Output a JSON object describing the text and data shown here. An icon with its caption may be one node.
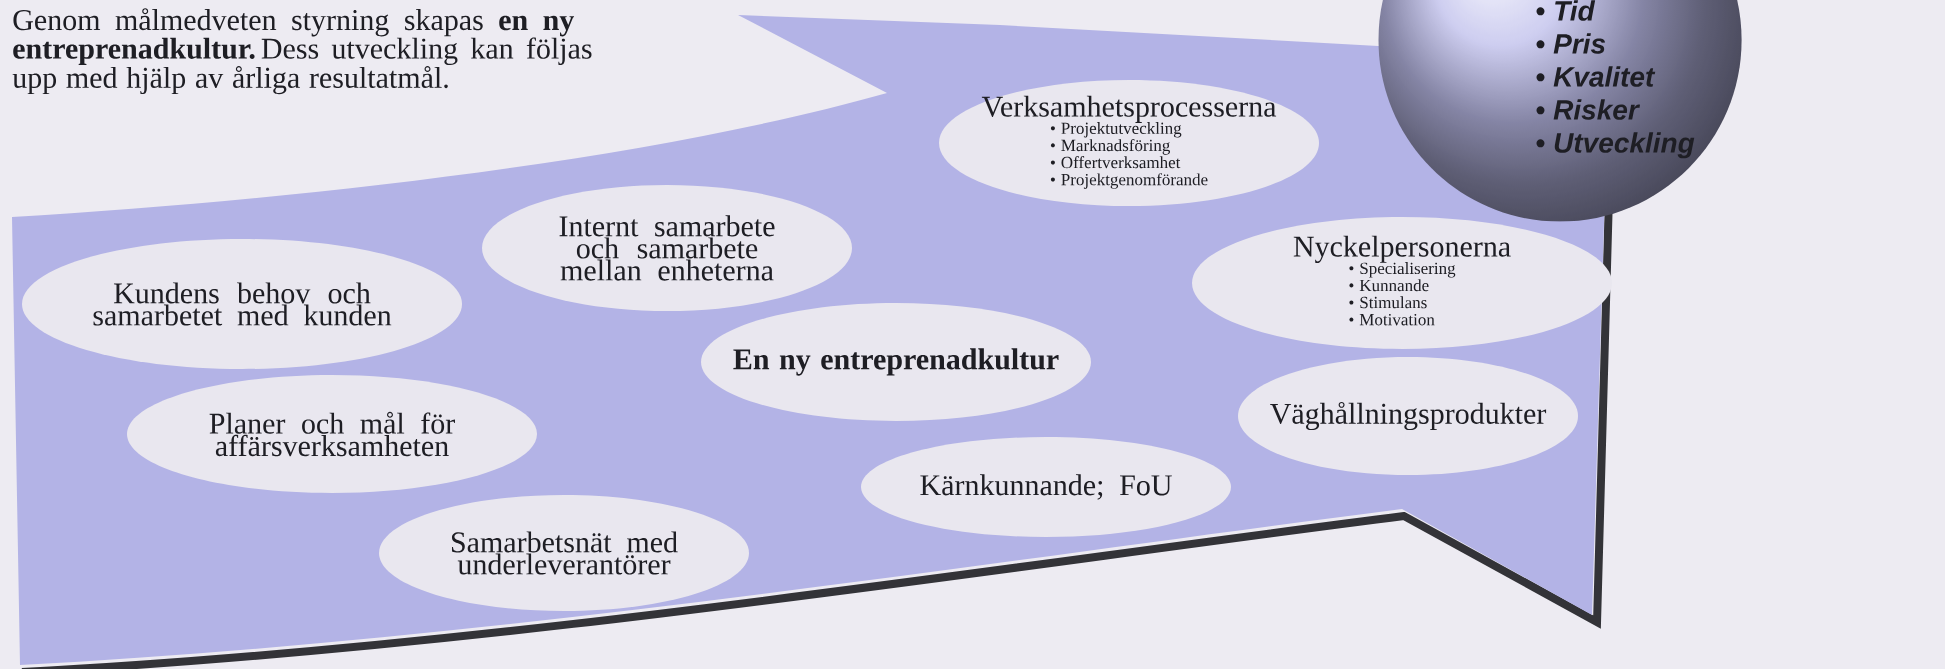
{
  "diagram": {
    "nodes": [
      {
        "text": [],
        "shape": "band"
      },
      {
        "text": [
          "• Tid",
          "• Pris",
          "• Kvalitet",
          "• Risker",
          "• Utveckling"
        ]
      },
      {
        "text": [
          "Verksamhetsprocesserna",
          "• Projektutveckling",
          "• Marknadsföring",
          "• Offertverksamhet",
          "• Projektgenomförande"
        ],
        "in": 0
      },
      {
        "text": [
          "Internt samarbete och samarbete mellan enheterna"
        ],
        "in": 0
      },
      {
        "text": [
          "Kundens behov och samarbetet med kunden"
        ],
        "in": 0
      },
      {
        "text": [
          "Nyckelpersonerna",
          "• Specialisering",
          "• Kunnande",
          "• Stimulans",
          "• Motivation"
        ],
        "in": 0
      },
      {
        "text": [
          "En ny entreprenadkultur"
        ],
        "in": 0
      },
      {
        "text": [
          "Planer och mål för affärsverksamheten"
        ],
        "in": 0
      },
      {
        "text": [
          "Väghållningsprodukter"
        ],
        "in": 0
      },
      {
        "text": [
          "Kärnkunnande; FoU"
        ],
        "in": 0
      },
      {
        "text": [
          "Samarbetsnät med underleverantörer"
        ],
        "in": 0
      }
    ],
    "labels": [
      "Genom målmedveten styrning skapas **en ny entreprenadkultur.** Dess utveckling kan följas upp med hjälp av årliga resultatmål."
    ]
  }
}
